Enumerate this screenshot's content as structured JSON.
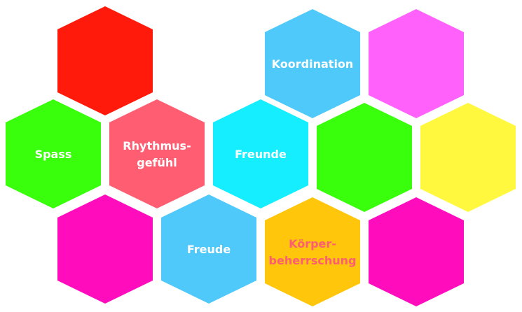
{
  "hexagons": [
    {
      "id": "red",
      "color": "#FF1A0C",
      "lines": []
    },
    {
      "id": "koordination",
      "color": "#4FC8FA",
      "lines": [
        "Koordination"
      ],
      "text_color": "#FFFFFF"
    },
    {
      "id": "violet",
      "color": "#FF61FA",
      "lines": []
    },
    {
      "id": "spass",
      "color": "#3AFF0C",
      "lines": [
        "Spass"
      ],
      "text_color": "#FFFFFF"
    },
    {
      "id": "rhythmusgefuehl",
      "color": "#FF5E72",
      "lines": [
        "Rhythmus-",
        "gefühl"
      ],
      "text_color": "#FFFFFF"
    },
    {
      "id": "freunde",
      "color": "#14EEFF",
      "lines": [
        "Freunde"
      ],
      "text_color": "#FFFFFF"
    },
    {
      "id": "green",
      "color": "#3AFF0C",
      "lines": []
    },
    {
      "id": "yellow",
      "color": "#FFF83F",
      "lines": []
    },
    {
      "id": "magenta-left",
      "color": "#FF0CBD",
      "lines": []
    },
    {
      "id": "freude",
      "color": "#4FC8FA",
      "lines": [
        "Freude"
      ],
      "text_color": "#FFFFFF"
    },
    {
      "id": "koerperbeherrschung",
      "color": "#FFC60C",
      "lines": [
        "Körper-",
        "beherrschung"
      ],
      "text_color": "#FF5E72"
    },
    {
      "id": "magenta-right",
      "color": "#FF0CBD",
      "lines": []
    }
  ]
}
